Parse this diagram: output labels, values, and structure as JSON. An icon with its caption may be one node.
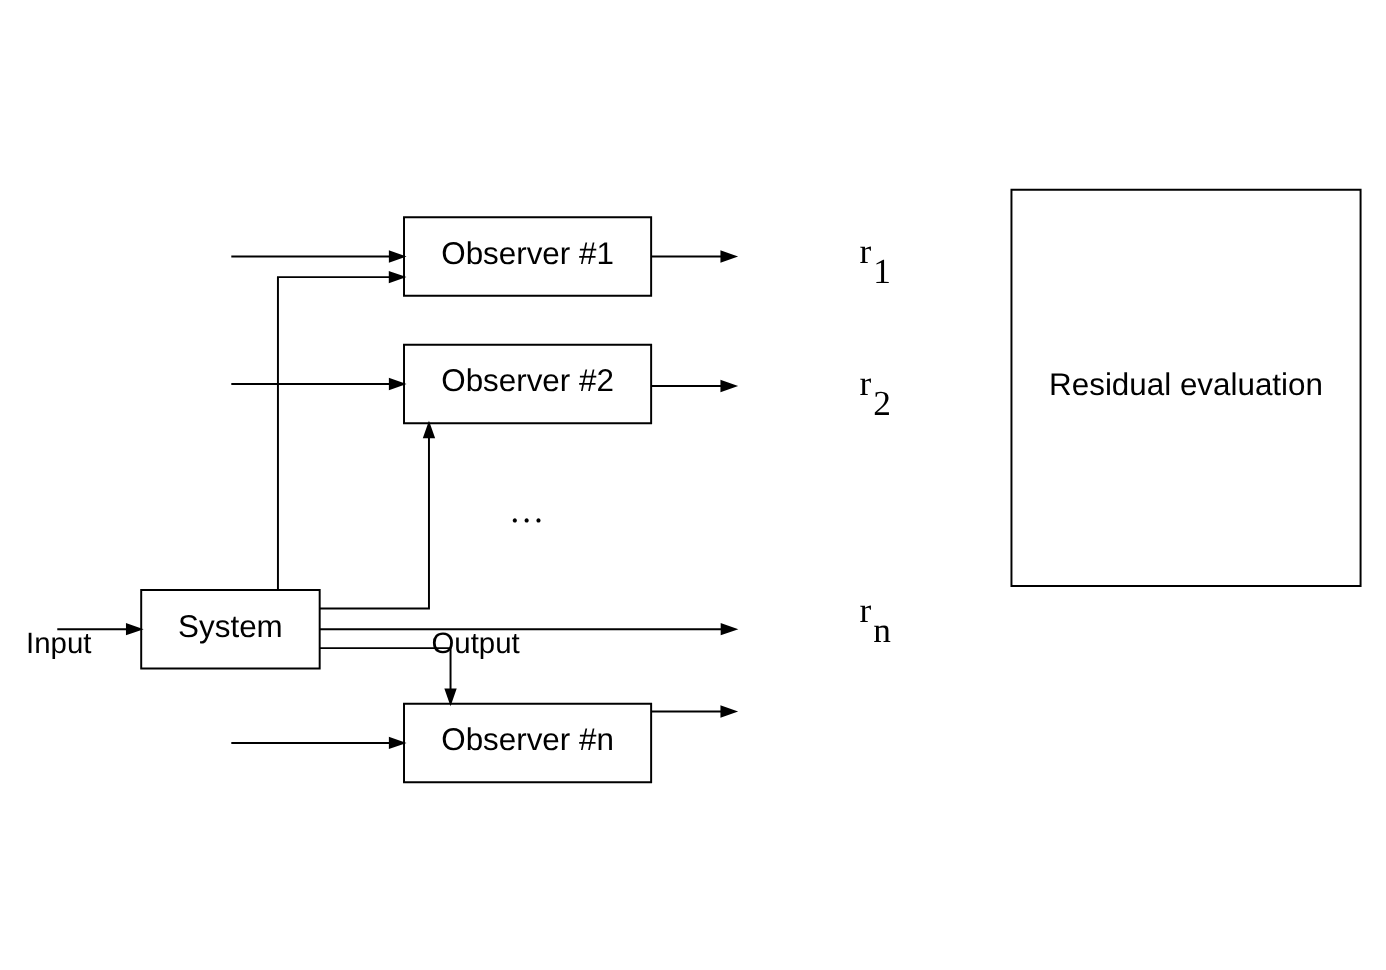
{
  "diagram": {
    "nodes": [
      {
        "text": [
          "System"
        ]
      },
      {
        "text": [
          "Observer #1"
        ]
      },
      {
        "text": [
          "Observer #2"
        ]
      },
      {
        "text": [
          "Observer #n"
        ]
      },
      {
        "text": [
          "Residual evaluation"
        ]
      }
    ],
    "edges": [
      {
        "from": 0,
        "to": null,
        "arrow": "to",
        "label": "Output"
      },
      {
        "from": null,
        "to": 0,
        "arrow": "to",
        "label": "Input"
      },
      {
        "from": 0,
        "to": 1,
        "arrow": "to"
      },
      {
        "from": 0,
        "to": 2,
        "arrow": "to"
      },
      {
        "from": 0,
        "to": 3,
        "arrow": "to"
      },
      {
        "from": null,
        "to": 1,
        "arrow": "to"
      },
      {
        "from": null,
        "to": 2,
        "arrow": "to"
      },
      {
        "from": null,
        "to": 3,
        "arrow": "to"
      },
      {
        "from": 1,
        "to": null,
        "arrow": "to"
      },
      {
        "from": 2,
        "to": null,
        "arrow": "to"
      },
      {
        "from": 3,
        "to": null,
        "arrow": "to"
      }
    ],
    "labels": [
      "r$_{1}$",
      "r$_{2}$",
      "…",
      "r$_{n}$"
    ]
  }
}
